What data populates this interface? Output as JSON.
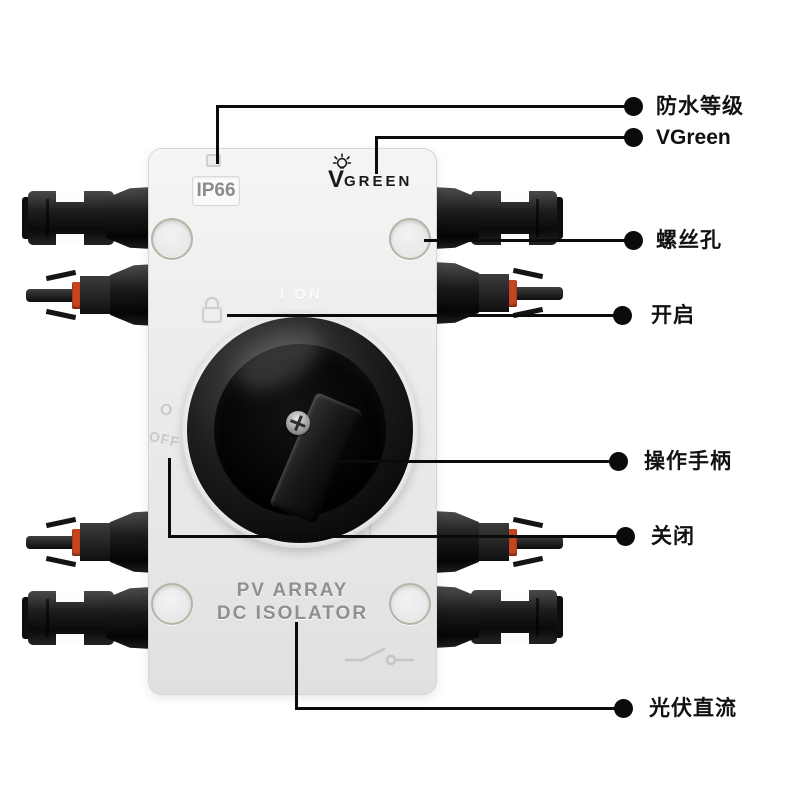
{
  "device": {
    "ip_rating": "IP66",
    "brand_v": "V",
    "brand_name": "GREEN",
    "marking_on": "I ON",
    "marking_off_symbol": "O",
    "marking_off": "OFF",
    "panel_line1": "PV ARRAY",
    "panel_line2": "DC ISOLATOR"
  },
  "callouts": [
    {
      "id": "waterproof-rating",
      "label": "防水等级"
    },
    {
      "id": "brand",
      "label": "VGreen"
    },
    {
      "id": "screw-hole",
      "label": "螺丝孔"
    },
    {
      "id": "switch-on",
      "label": "开启"
    },
    {
      "id": "operating-handle",
      "label": "操作手柄"
    },
    {
      "id": "switch-off",
      "label": "关闭"
    },
    {
      "id": "pv-dc",
      "label": "光伏直流"
    }
  ],
  "colors": {
    "background": "#ffffff",
    "callout_line": "#0b0b0b",
    "device_body": "#ededed",
    "knob_black": "#111111",
    "o_ring_red": "#c7441f",
    "engraved_text": "#8f8f8f"
  }
}
